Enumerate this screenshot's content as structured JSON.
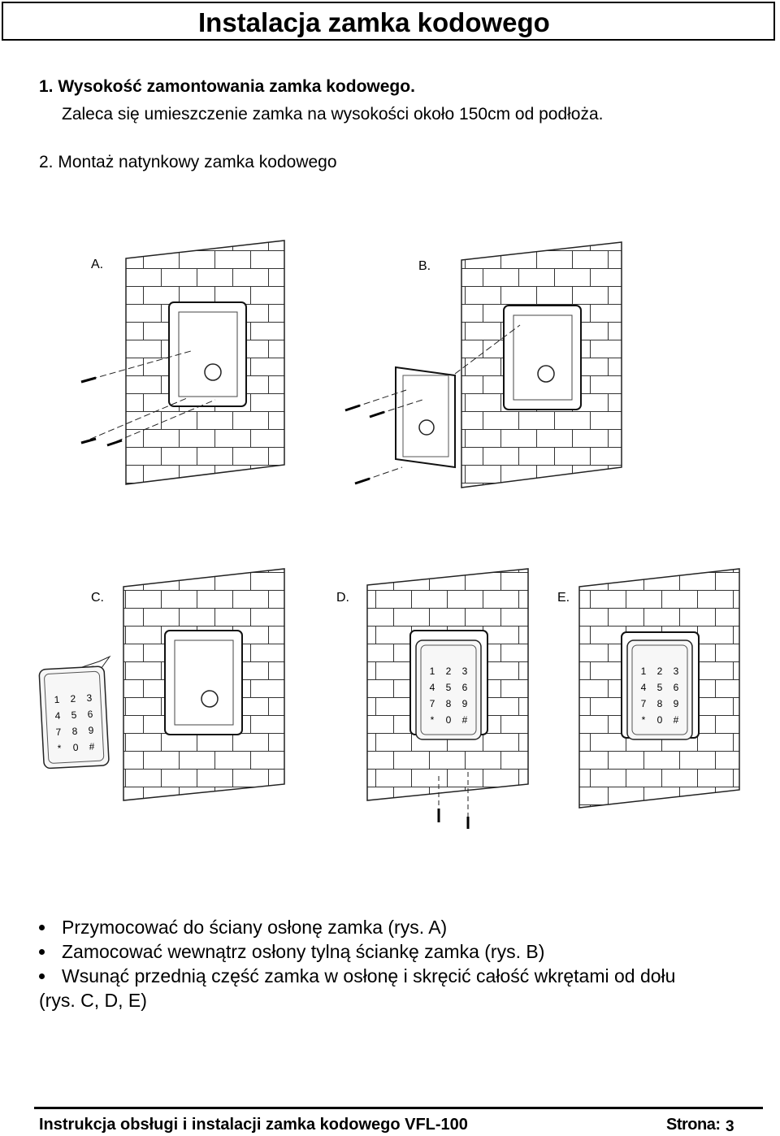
{
  "title": "Instalacja zamka kodowego",
  "section1": {
    "heading": "1. Wysokość zamontowania zamka kodowego.",
    "text": "Zaleca się umieszczenie zamka na wysokości około 150cm od podłoża."
  },
  "section2": {
    "heading": "2. Montaż natynkowy zamka kodowego"
  },
  "figures": {
    "labels": [
      "A.",
      "B.",
      "C.",
      "D.",
      "E."
    ],
    "keypad_keys": [
      "1",
      "2",
      "3",
      "4",
      "5",
      "6",
      "7",
      "8",
      "9",
      "*",
      "0",
      "#"
    ]
  },
  "instructions": [
    "Przymocować do ściany osłonę zamka (rys. A)",
    "Zamocować wewnątrz osłony tylną ściankę zamka (rys. B)",
    "Wsunąć przednią część zamka w osłonę i skręcić całość wkrętami od dołu"
  ],
  "instructions_continuation": "(rys. C, D, E)",
  "footer": {
    "left": "Instrukcja obsługi i instalacji zamka kodowego VFL-100",
    "page_label": "Strona:",
    "page_number": "3"
  }
}
